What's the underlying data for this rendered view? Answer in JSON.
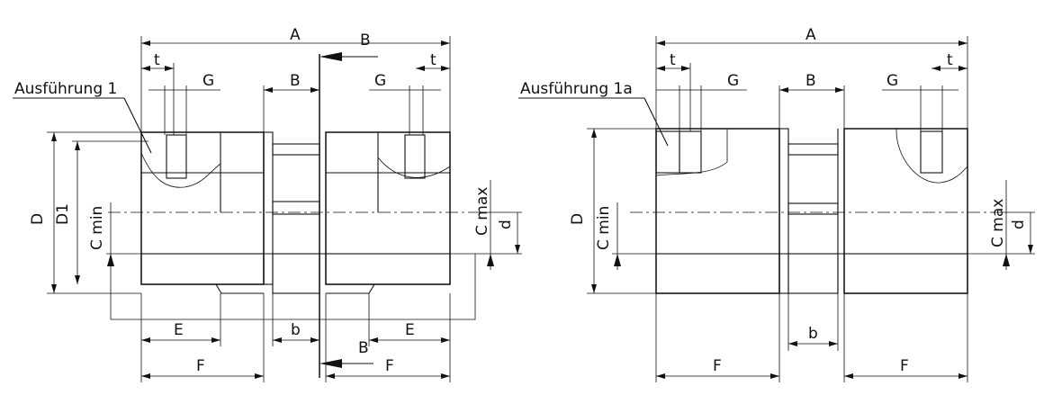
{
  "drawings": [
    {
      "variant_label": "Ausführung 1",
      "dims": {
        "A": "A",
        "B_top": "B",
        "B_mid": "B",
        "B_bottom": "B",
        "t_left": "t",
        "t_right": "t",
        "G_left": "G",
        "G_right": "G",
        "D": "D",
        "D1": "D1",
        "C_min": "C min",
        "C_max": "C max",
        "d": "d",
        "E_left": "E",
        "E_right": "E",
        "b": "b",
        "F_left": "F",
        "F_right": "F"
      }
    },
    {
      "variant_label": "Ausführung 1a",
      "dims": {
        "A": "A",
        "B_mid": "B",
        "t_left": "t",
        "t_right": "t",
        "G_left": "G",
        "G_right": "G",
        "D": "D",
        "C_min": "C min",
        "C_max": "C max",
        "d": "d",
        "b": "b",
        "F_left": "F",
        "F_right": "F"
      }
    }
  ]
}
